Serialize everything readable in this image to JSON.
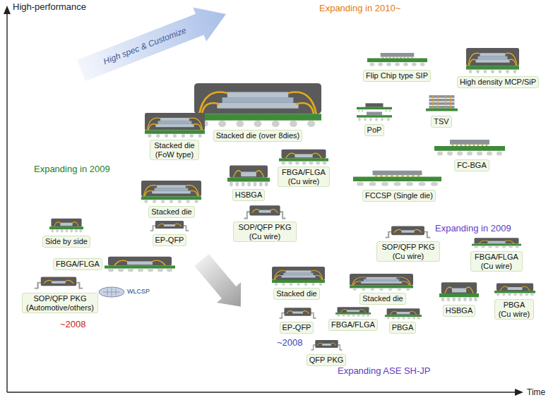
{
  "diagram": {
    "nodes": [
      {
        "text": [
          "Expanding in 2009"
        ]
      },
      {
        "text": [
          "Stacked die (over 8dies)"
        ],
        "in": 0
      },
      {
        "text": [
          "Stacked die (FoW type)"
        ],
        "in": 0
      },
      {
        "text": [
          "FBGA/FLGA (Cu wire)"
        ],
        "in": 0
      },
      {
        "text": [
          "HSBGA"
        ],
        "in": 0
      },
      {
        "text": [
          "SOP/QFP PKG (Cu wire)"
        ],
        "in": 0
      },
      {
        "text": [
          "~2008"
        ]
      },
      {
        "text": [
          "Stacked die"
        ],
        "in": 6
      },
      {
        "text": [
          "Side by side"
        ],
        "in": 6
      },
      {
        "text": [
          "EP-QFP"
        ],
        "in": 6
      },
      {
        "text": [
          "FBGA/FLGA"
        ],
        "in": 6
      },
      {
        "text": [
          "SOP/QFP PKG (Automotive/others)"
        ],
        "in": 6
      },
      {
        "text": [
          "Expanding in 2010~"
        ]
      },
      {
        "text": [
          "Flip Chip type SIP"
        ],
        "in": 12
      },
      {
        "text": [
          "High density MCP/SiP"
        ],
        "in": 12
      },
      {
        "text": [
          "PoP"
        ],
        "in": 12
      },
      {
        "text": [
          "TSV"
        ],
        "in": 12
      },
      {
        "text": [
          "FC-BGA"
        ],
        "in": 12
      },
      {
        "text": [
          "FCCSP (Single die)"
        ],
        "in": 12
      },
      {
        "text": [
          "Expanding in 2009",
          "~2008",
          "Expanding ASE SH-JP"
        ]
      },
      {
        "text": [
          "SOP/QFP PKG (Cu wire)"
        ],
        "in": 19
      },
      {
        "text": [
          "FBGA/FLGA (Cu wire)"
        ],
        "in": 19
      },
      {
        "text": [
          "Stacked die"
        ],
        "in": 19
      },
      {
        "text": [
          "Stacked die"
        ],
        "in": 19
      },
      {
        "text": [
          "EP-QFP"
        ],
        "in": 19
      },
      {
        "text": [
          "FBGA/FLGA"
        ],
        "in": 19
      },
      {
        "text": [
          "PBGA"
        ],
        "in": 19
      },
      {
        "text": [
          "HSBGA"
        ],
        "in": 19
      },
      {
        "text": [
          "PBGA (Cu wire)"
        ],
        "in": 19
      },
      {
        "text": [
          "QFP PKG"
        ],
        "in": 19
      }
    ],
    "labels": [
      "High-performance",
      "High spec & Customize",
      "WLCSP",
      "Time"
    ]
  }
}
